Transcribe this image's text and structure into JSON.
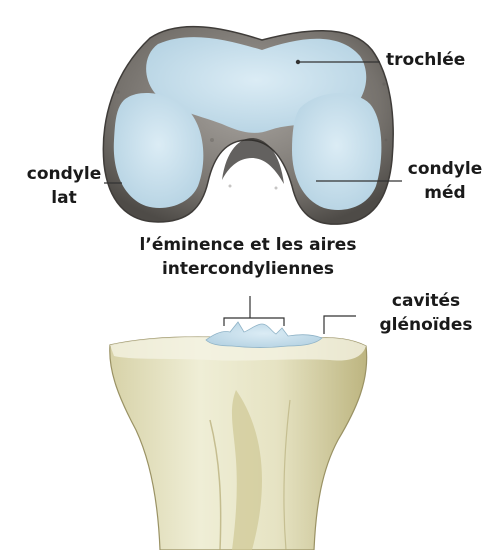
{
  "labels": {
    "trochlee": "trochlée",
    "condyle_lat_line1": "condyle",
    "condyle_lat_line2": "lat",
    "condyle_med_line1": "condyle",
    "condyle_med_line2": "méd",
    "eminence_line1": "l’éminence et les aires",
    "eminence_line2": "intercondyliennes",
    "cavites_line1": "cavités",
    "cavites_line2": "glénoïdes"
  },
  "colors": {
    "cartilage": "#c2dbe9",
    "cartilage_light": "#d9eaf3",
    "bone_dark": "#5c5955",
    "bone_mid": "#8c8884",
    "tibia_light": "#ecebd0",
    "tibia_mid": "#d4cfa6",
    "tibia_dark": "#b8b07c",
    "leader_line": "#333333"
  }
}
